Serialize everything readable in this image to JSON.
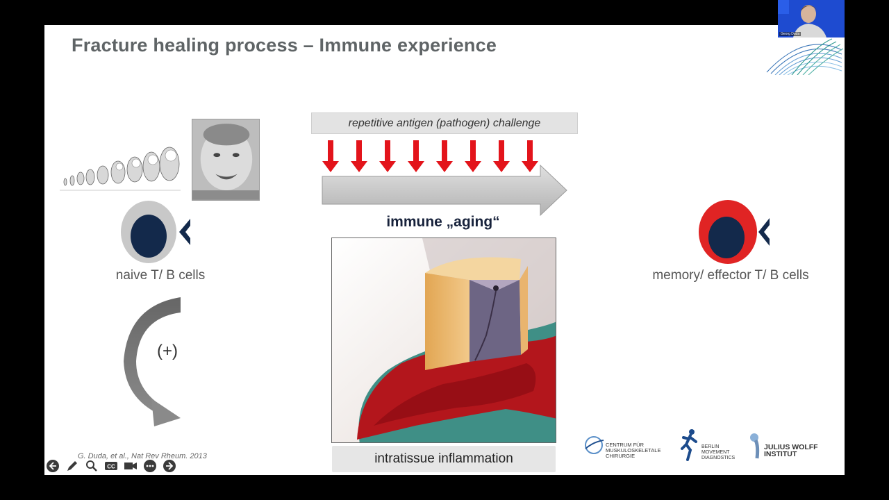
{
  "slide": {
    "title": "Fracture healing process – Immune experience",
    "naive_label": "naive T/ B cells",
    "plus_label": "(+)",
    "challenge_label": "repetitive antigen (pathogen) challenge",
    "aging_label": "immune „aging“",
    "inflammation_label": "intratissue inflammation",
    "memory_label": "memory/ effector T/ B cells",
    "citation": "G. Duda, et al., Nat Rev Rheum. 2013",
    "logos": {
      "cmsc_text": [
        "CENTRUM FÜR",
        "MUSKULOSKELETALE",
        "CHIRURGIE"
      ],
      "bmd_text": [
        "BERLIN",
        "MOVEMENT",
        "DIAGNOSTICS"
      ],
      "jwi_text": [
        "JULIUS WOLFF",
        "INSTITUT"
      ]
    },
    "colors": {
      "title": "#5f6466",
      "cell_navy": "#13294b",
      "naive_ring": "#c8c8c8",
      "memory_ring": "#e02424",
      "arrow_red": "#e3141b"
    }
  },
  "presenter": {
    "name": "Georg Duda"
  },
  "toolbar": {
    "buttons": [
      "back-icon",
      "pen-icon",
      "zoom-icon",
      "captions-icon",
      "video-icon",
      "more-icon",
      "forward-icon"
    ],
    "captions_label": "CC"
  }
}
